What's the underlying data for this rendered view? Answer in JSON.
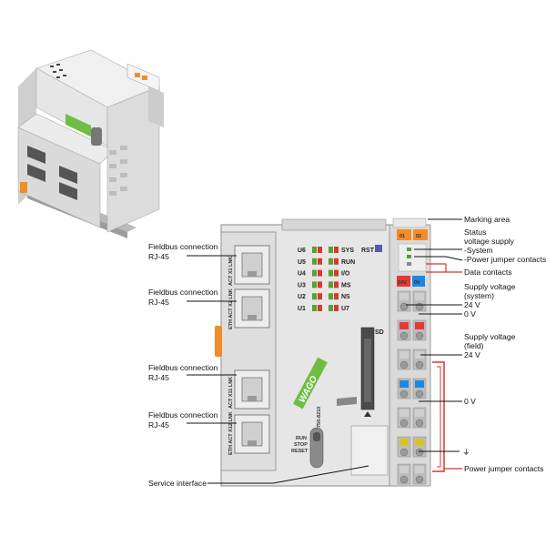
{
  "product": {
    "model": "750-8210",
    "brand": "WAGO",
    "switch_labels": [
      "RUN",
      "STOP",
      "RESET"
    ],
    "rst_label": "RST",
    "sd_label": "SD"
  },
  "leds": {
    "left": [
      "U6",
      "U5",
      "U4",
      "U3",
      "U2",
      "U1"
    ],
    "right": [
      "SYS",
      "RUN",
      "I/O",
      "MS",
      "NS",
      "U7"
    ]
  },
  "ports": {
    "vertical_labels": [
      "ACT  X1  LNK",
      "ETH  ACT  X2  LNK",
      "ACT  X11  LNK",
      "ETH  ACT  X12  LNK"
    ]
  },
  "terminals": {
    "top_numbers": [
      "01",
      "02"
    ],
    "voltage_badge": "24V",
    "zero_badge": "0V"
  },
  "callouts_left": [
    {
      "line1": "Fieldbus connection",
      "line2": "RJ-45"
    },
    {
      "line1": "Fieldbus connection",
      "line2": "RJ-45"
    },
    {
      "line1": "Fieldbus connection",
      "line2": "RJ-45"
    },
    {
      "line1": "Fieldbus connection",
      "line2": "RJ-45"
    },
    {
      "line1": "Service interface",
      "line2": ""
    }
  ],
  "callouts_right": {
    "marking_area": "Marking area",
    "status": [
      "Status",
      "voltage supply",
      "-System",
      "-Power jumper contacts"
    ],
    "data_contacts": "Data contacts",
    "supply_system": [
      "Supply voltage",
      "(system)",
      "24 V",
      "0 V"
    ],
    "supply_field": [
      "Supply voltage",
      "(field)",
      "24 V"
    ],
    "zero_v": "0 V",
    "ground_symbol": "⏚",
    "power_jumper": "Power jumper contacts"
  },
  "colors": {
    "housing": "#e4e4e4",
    "housing_dark": "#c8c8c8",
    "orange": "#f28c28",
    "red_badge": "#e53935",
    "blue_badge": "#1e88e5",
    "led_green": "#5aa02c",
    "led_red": "#d23c2c",
    "wago_green": "#6fbe44",
    "jumper_red": "#e03030",
    "ground_yellow": "#d8c32a"
  }
}
